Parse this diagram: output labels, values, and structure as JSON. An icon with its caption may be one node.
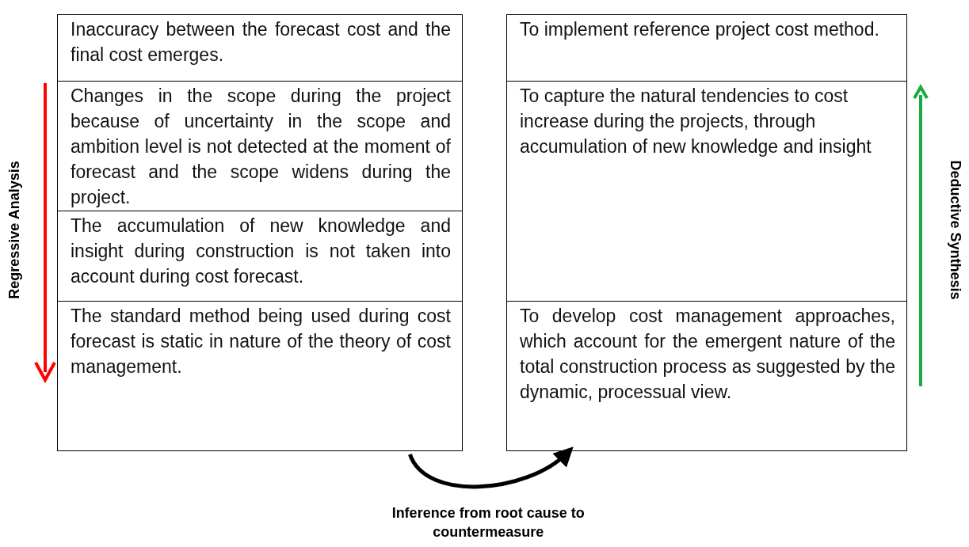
{
  "diagram": {
    "nodes": [
      {
        "text": [
          "Inaccuracy between the forecast cost and the final cost emerges."
        ]
      },
      {
        "text": [
          "Changes in the scope during the project because of uncertainty in the scope and ambition level is not detected at the moment of forecast and the scope widens during the project."
        ]
      },
      {
        "text": [
          "The accumulation of new knowledge and insight during construction is not taken into account during cost forecast."
        ]
      },
      {
        "text": [
          "The standard method being used during cost forecast is static in nature of the theory of cost management."
        ]
      },
      {
        "text": [
          "To implement reference project cost method."
        ]
      },
      {
        "text": [
          "To capture the natural tendencies to cost increase during the projects, through accumulation of new knowledge and insight"
        ]
      },
      {
        "text": [
          "To develop cost management approaches, which account for the emergent nature of the total construction process as suggested by the dynamic, processual view."
        ]
      }
    ],
    "edges": [
      {
        "from": 3,
        "to": 6,
        "arrow": "to",
        "label": "Inference from root cause to countermeasure"
      }
    ],
    "labels": [
      "Regressive Analysis",
      "Deductive Synthesis"
    ]
  }
}
